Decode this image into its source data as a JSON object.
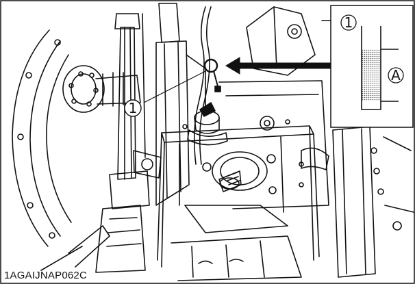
{
  "figure": {
    "id_code": "1AGAIJNAP062C",
    "callouts": {
      "dipstick_marker": "1",
      "inset_marker": "1",
      "level_range_label": "A"
    }
  },
  "colors": {
    "line": "#111111",
    "background": "#ffffff",
    "oil_fill": "#b8b8b8"
  },
  "icons": [
    "arrow-icon",
    "dipstick-icon"
  ]
}
